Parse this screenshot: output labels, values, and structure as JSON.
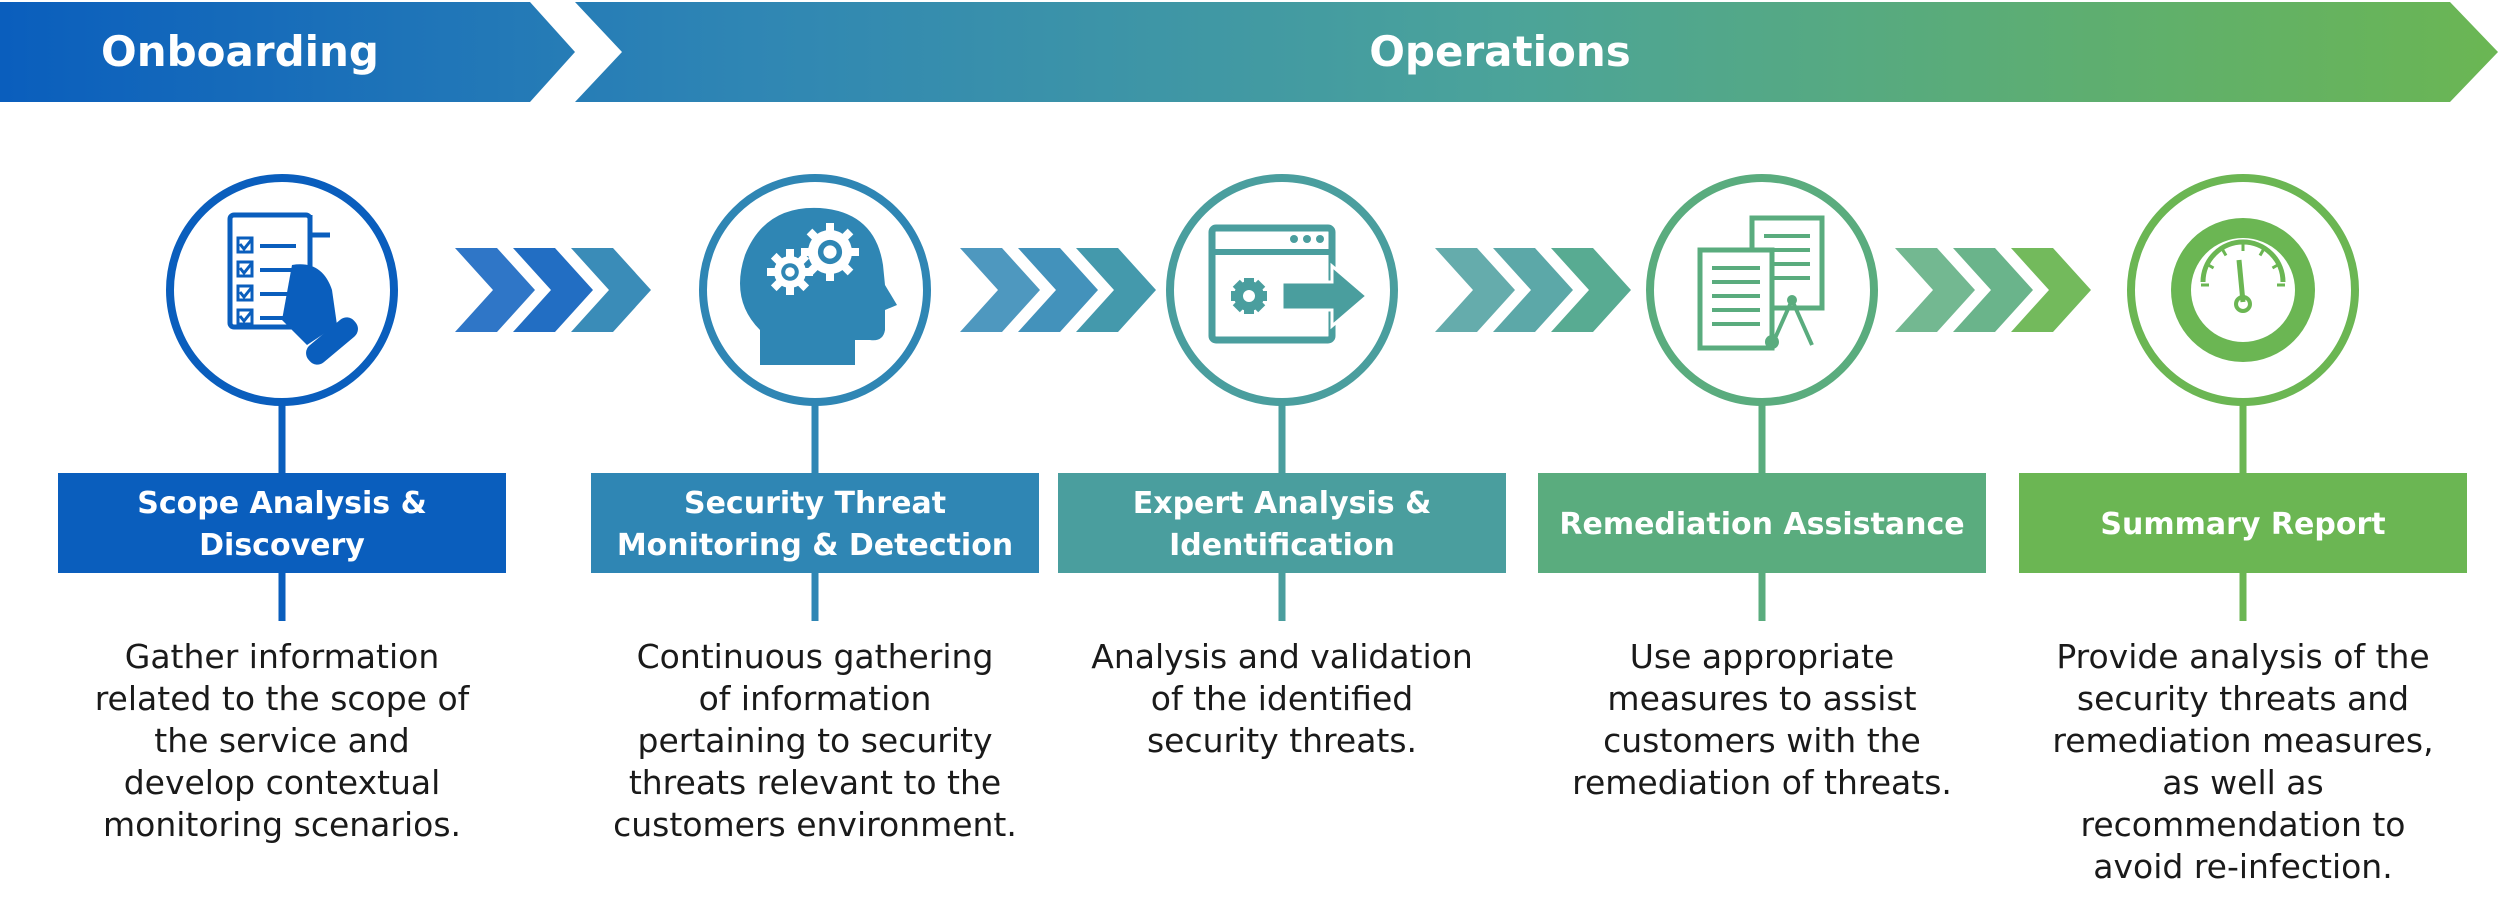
{
  "colors": {
    "blue": "#0a5ebd",
    "teal": "#3a93a8",
    "teal2": "#4ba39a",
    "green": "#5cb074",
    "lightgreen": "#6bb653"
  },
  "phases": {
    "onboarding": "Onboarding",
    "operations": "Operations"
  },
  "steps": [
    {
      "title": [
        "Scope Analysis &",
        "Discovery"
      ],
      "description": [
        "Gather information",
        "related to the scope of",
        "the service and",
        "develop contextual",
        "monitoring scenarios."
      ],
      "icon": "checklist-document-icon",
      "color": "#0a5ebd"
    },
    {
      "title": [
        "Security Threat",
        "Monitoring & Detection"
      ],
      "description": [
        "Continuous gathering",
        "of information",
        "pertaining to security",
        "threats relevant to the",
        "customers environment."
      ],
      "icon": "head-gears-icon",
      "color": "#2f86b4"
    },
    {
      "title": [
        "Expert Analysis &",
        "Identification"
      ],
      "description": [
        "Analysis and validation",
        "of the identified",
        "security threats."
      ],
      "icon": "browser-gear-arrow-icon",
      "color": "#4a9e9e"
    },
    {
      "title": [
        "Remediation Assistance"
      ],
      "description": [
        "Use appropriate",
        "measures to assist",
        "customers with the",
        "remediation of threats."
      ],
      "icon": "documents-tools-icon",
      "color": "#5aac7e"
    },
    {
      "title": [
        "Summary Report"
      ],
      "description": [
        "Provide analysis of the",
        "security threats and",
        "remediation measures,",
        "as well as",
        "recommendation to",
        "avoid re-infection."
      ],
      "icon": "gauge-icon",
      "color": "#6bb653"
    }
  ]
}
